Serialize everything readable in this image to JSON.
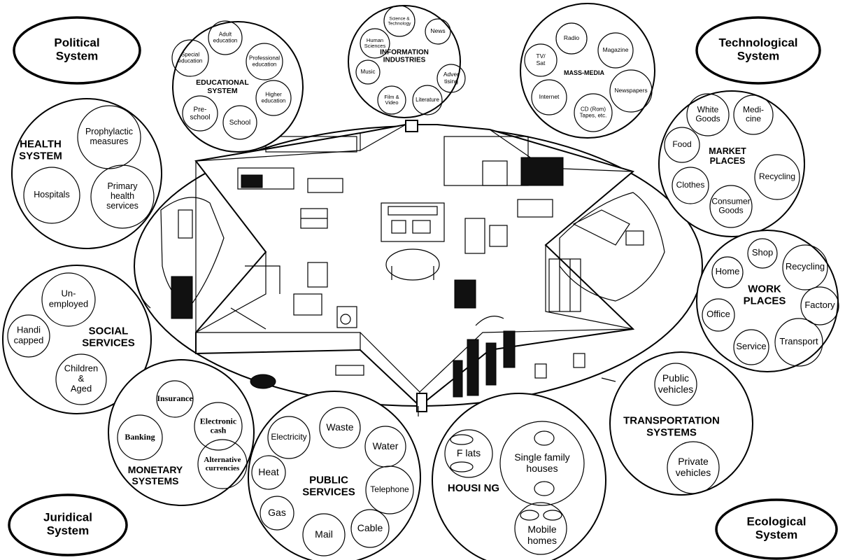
{
  "corners": {
    "political": "Political\nSystem",
    "technological": "Technological\nSystem",
    "juridical": "Juridical\nSystem",
    "ecological": "Ecological\nSystem"
  },
  "education": {
    "title": "EDUCATIONAL\nSYSTEM",
    "items": [
      "Adult\neducation",
      "Special\neducation",
      "Professional\neducation",
      "Higher\neducation",
      "Pre-\nschool",
      "School"
    ]
  },
  "information": {
    "title": "INFORMATION\nINDUSTRIES",
    "items": [
      "Science &\nTechnology",
      "News",
      "Human\nSciences",
      "Music",
      "Adver\ntising",
      "Film &\nVideo",
      "Literature"
    ]
  },
  "media": {
    "title": "MASS-MEDIA",
    "items": [
      "Radio",
      "Magazine",
      "TV/\nSat",
      "Newspapers",
      "Internet",
      "CD (Rom)\nTapes, etc."
    ]
  },
  "health": {
    "title": "HEALTH\nSYSTEM",
    "items": [
      "Prophylactic\nmeasures",
      "Hospitals",
      "Primary\nhealth\nservices"
    ]
  },
  "market": {
    "title": "MARKET\nPLACES",
    "items": [
      "White\nGoods",
      "Medi-\ncine",
      "Food",
      "Recycling",
      "Clothes",
      "Consumer\nGoods"
    ]
  },
  "social": {
    "title": "SOCIAL\nSERVICES",
    "items": [
      "Un-\nemployed",
      "Handi\ncapped",
      "Children\n&\nAged"
    ]
  },
  "work": {
    "title": "WORK\nPLACES",
    "items": [
      "Shop",
      "Home",
      "Recycling",
      "Factory",
      "Office",
      "Service",
      "Transport"
    ]
  },
  "monetary": {
    "title": "MONETARY\nSYSTEMS",
    "items": [
      "Insurance",
      "Banking",
      "Electronic\ncash",
      "Alternative\ncurrencies"
    ]
  },
  "public": {
    "title": "PUBLIC\nSERVICES",
    "items": [
      "Electricity",
      "Waste",
      "Water",
      "Heat",
      "Telephone",
      "Gas",
      "Mail",
      "Cable"
    ]
  },
  "housing": {
    "title": "HOUSI NG",
    "items": [
      "F lats",
      "Single family\nhouses",
      "Mobile\nhomes"
    ]
  },
  "transport": {
    "title": "TRANSPORTATION\nSYSTEMS",
    "items": [
      "Public\nvehicles",
      "Private\nvehicles"
    ]
  }
}
